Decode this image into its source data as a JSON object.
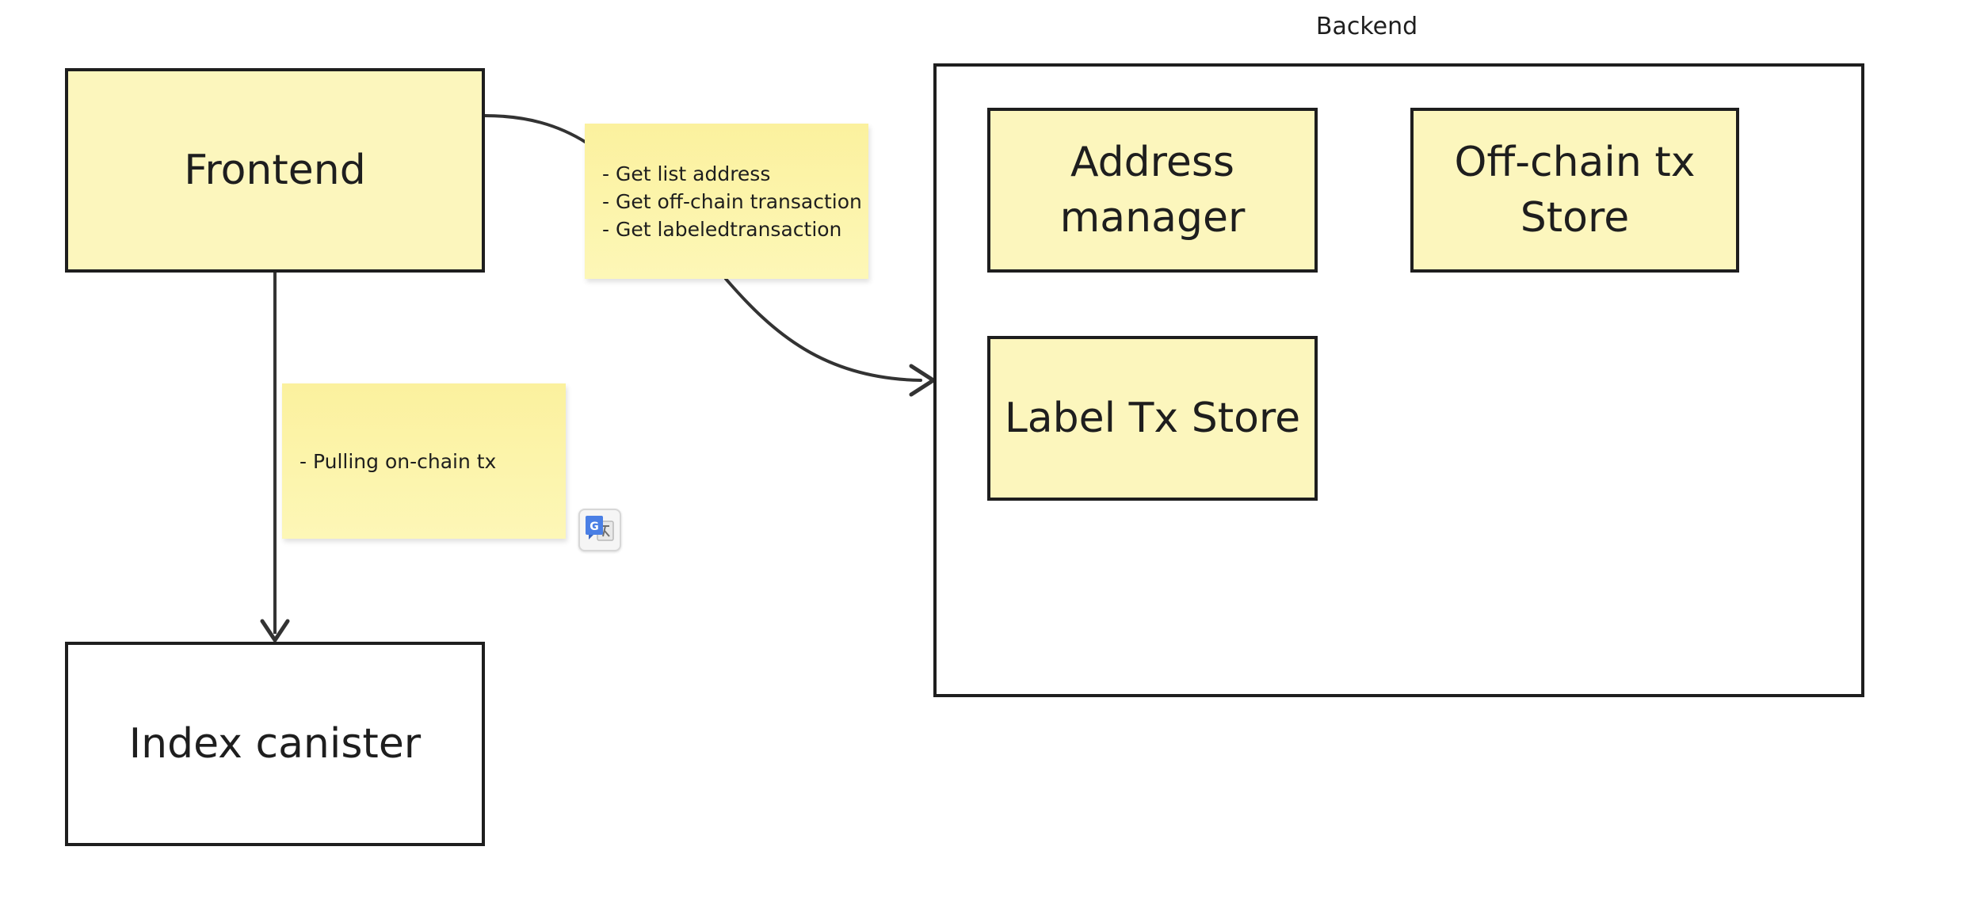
{
  "diagram": {
    "nodes": {
      "frontend": {
        "label": "Frontend"
      },
      "index_canister": {
        "label": "Index canister"
      },
      "backend": {
        "title": "Backend"
      },
      "address_manager": {
        "label": "Address\nmanager"
      },
      "offchain_store": {
        "label": "Off-chain tx\nStore"
      },
      "label_store": {
        "label": "Label Tx Store"
      }
    },
    "notes": {
      "fetch": {
        "lines": [
          "- Get list address",
          "- Get off-chain transaction",
          "- Get labeledtransaction"
        ]
      },
      "pull": {
        "lines": [
          "- Pulling on-chain tx"
        ]
      }
    },
    "edges": [
      {
        "from": "frontend",
        "to": "backend",
        "note": "fetch"
      },
      {
        "from": "frontend",
        "to": "index_canister",
        "note": "pull"
      }
    ]
  },
  "widgets": {
    "translate": {
      "icon": "google-translate-icon",
      "glyph": "G"
    }
  },
  "colors": {
    "node_fill": "#fcf6bd",
    "sticky_fill": "#fbf19e",
    "stroke": "#1e1e1e",
    "connector": "#333333"
  }
}
